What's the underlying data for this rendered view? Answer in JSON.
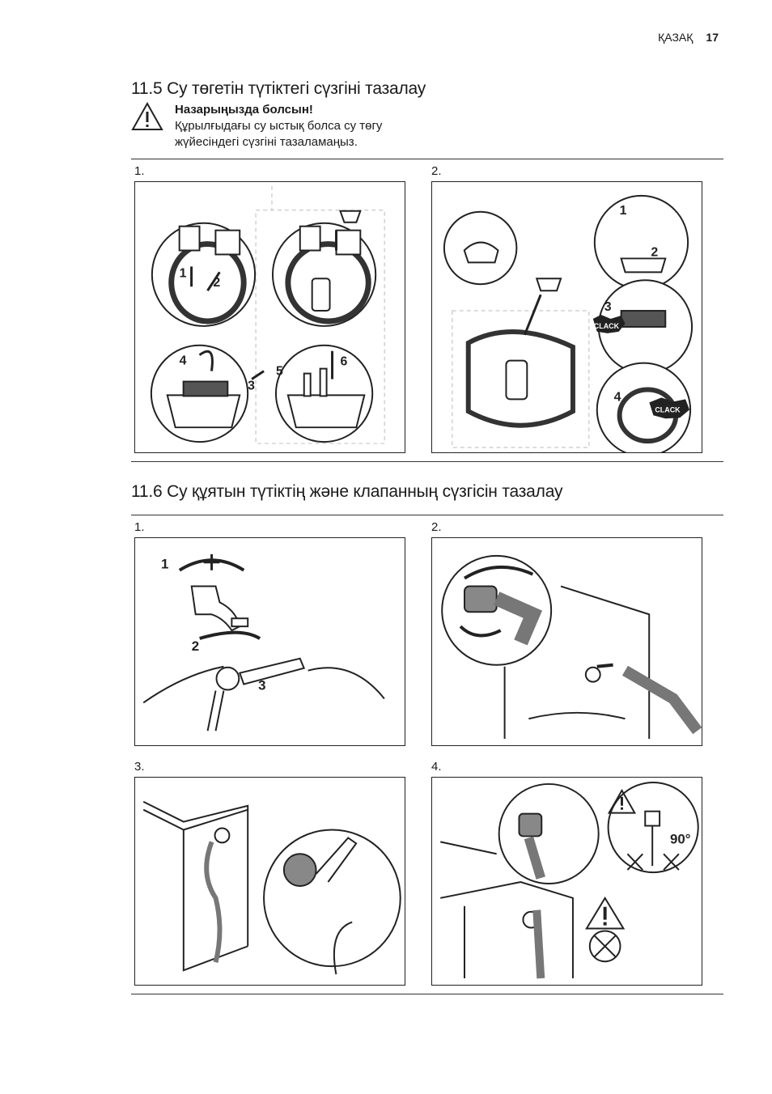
{
  "header": {
    "language": "ҚАЗАҚ",
    "page_number": "17"
  },
  "section_11_5": {
    "number": "11.5",
    "title": "Су төгетін түтіктегі сүзгіні тазалау",
    "warning_title": "Назарыңызда болсын!",
    "warning_line1": "Құрылғыдағы су ыстық болса су төгу",
    "warning_line2": "жүйесіндегі сүзгіні тазаламаңыз.",
    "steps": [
      {
        "label": "1.",
        "callouts": [
          "1",
          "2",
          "4",
          "3",
          "5",
          "6"
        ]
      },
      {
        "label": "2.",
        "callouts": [
          "1",
          "2",
          "3",
          "4"
        ],
        "sound": "CLACK"
      }
    ]
  },
  "section_11_6": {
    "number": "11.6",
    "title": "Су құятын түтіктің және клапанның сүзгісін тазалау",
    "steps": [
      {
        "label": "1.",
        "callouts": [
          "1",
          "2",
          "3"
        ]
      },
      {
        "label": "2."
      },
      {
        "label": "3."
      },
      {
        "label": "4.",
        "angle": "90°"
      }
    ]
  }
}
